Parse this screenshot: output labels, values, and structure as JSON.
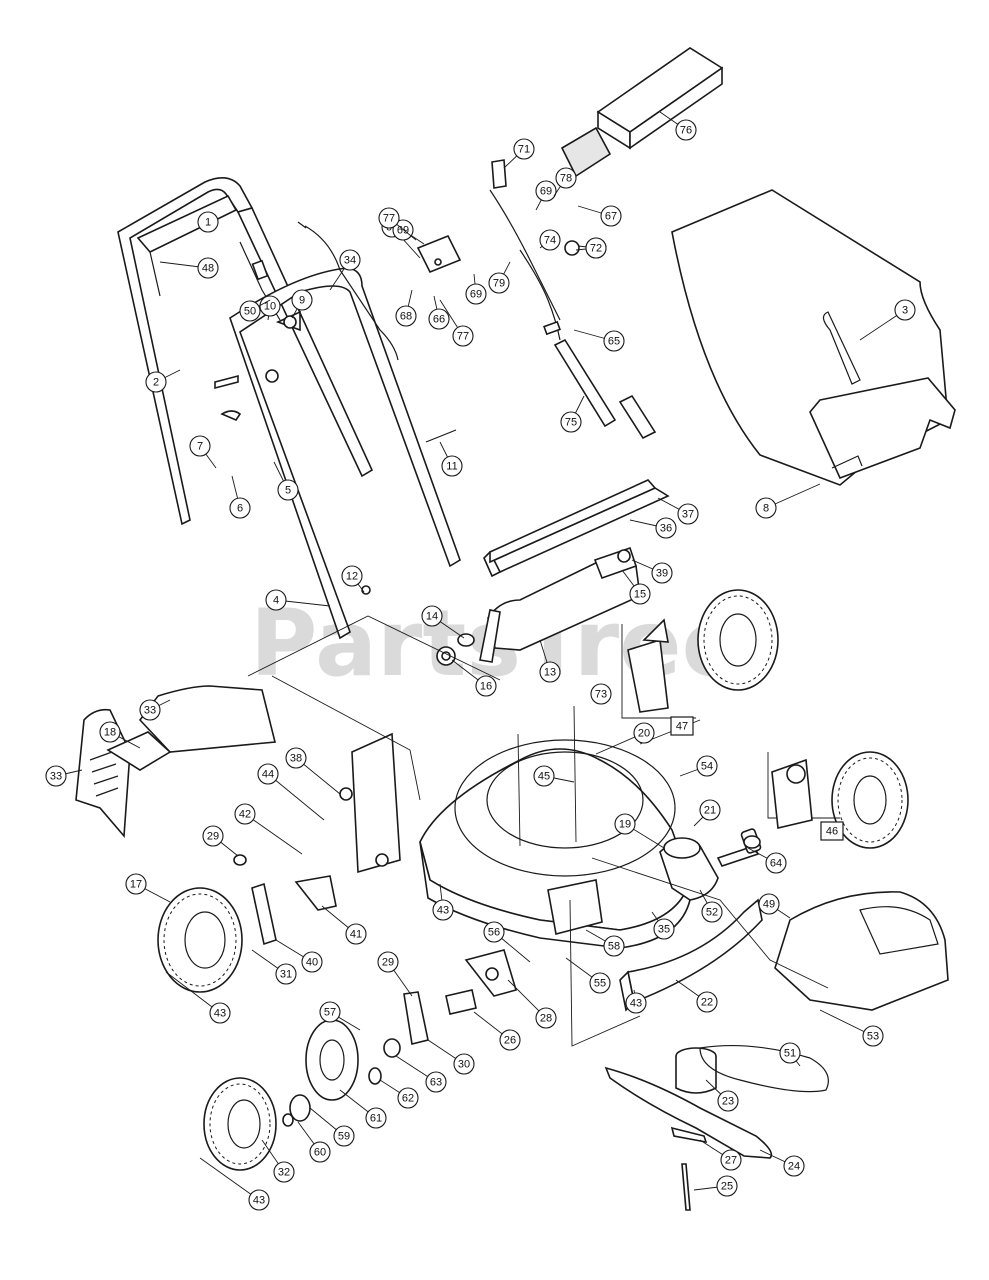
{
  "watermark": "PartsTree",
  "callouts": [
    "1",
    "2",
    "3",
    "4",
    "5",
    "6",
    "7",
    "8",
    "9",
    "10",
    "11",
    "12",
    "13",
    "14",
    "15",
    "16",
    "17",
    "18",
    "19",
    "20",
    "21",
    "22",
    "23",
    "24",
    "25",
    "26",
    "27",
    "28",
    "29",
    "29",
    "30",
    "31",
    "32",
    "33",
    "33",
    "34",
    "35",
    "36",
    "37",
    "38",
    "39",
    "40",
    "41",
    "42",
    "43",
    "43",
    "43",
    "43",
    "44",
    "45",
    "46",
    "47",
    "48",
    "49",
    "50",
    "51",
    "52",
    "53",
    "54",
    "55",
    "56",
    "57",
    "58",
    "59",
    "60",
    "61",
    "62",
    "63",
    "64",
    "65",
    "66",
    "66",
    "67",
    "68",
    "69",
    "69",
    "69",
    "70",
    "71",
    "72",
    "73",
    "74",
    "75",
    "76",
    "77",
    "77",
    "78",
    "79"
  ],
  "boxed_callouts": [
    "46",
    "47"
  ]
}
